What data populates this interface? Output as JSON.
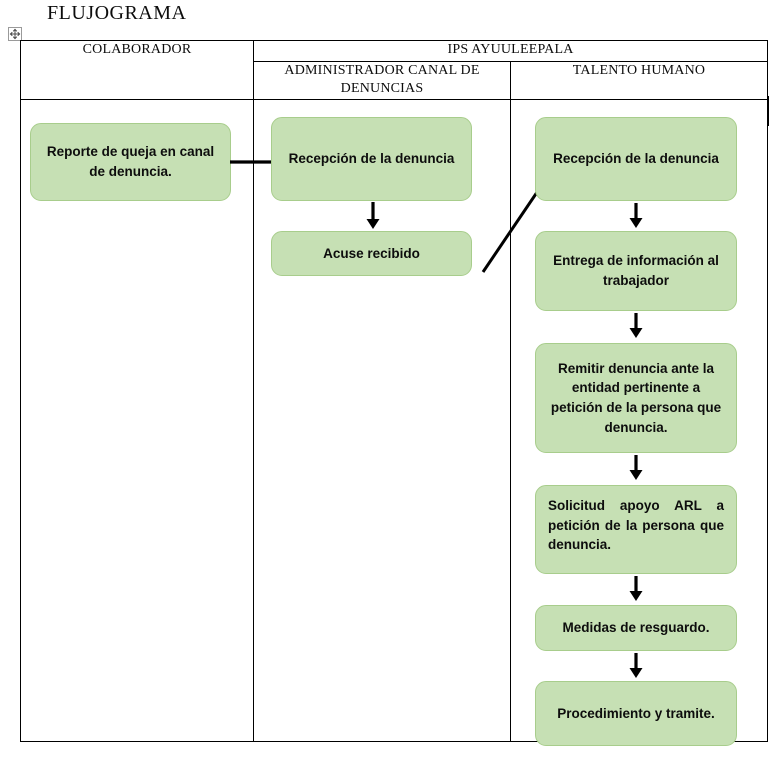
{
  "document": {
    "title": "FLUJOGRAMA"
  },
  "table": {
    "headers": {
      "col1": "COLABORADOR",
      "group": "IPS AYUULEEPALA",
      "col2": "ADMINISTRADOR CANAL DE DENUNCIAS",
      "col3": "TALENTO HUMANO"
    }
  },
  "chart_data": {
    "type": "diagram",
    "title": "FLUJOGRAMA",
    "lanes": [
      {
        "id": "colaborador",
        "label": "COLABORADOR",
        "nodes": [
          {
            "id": "n1",
            "text": "Reporte de queja en canal de denuncia."
          }
        ]
      },
      {
        "id": "administrador",
        "label": "ADMINISTRADOR CANAL DE DENUNCIAS",
        "nodes": [
          {
            "id": "n2",
            "text": "Recepción de la denuncia"
          },
          {
            "id": "n3",
            "text": "Acuse recibido"
          }
        ]
      },
      {
        "id": "talento",
        "label": "TALENTO HUMANO",
        "nodes": [
          {
            "id": "n4",
            "text": "Recepción de la denuncia"
          },
          {
            "id": "n5",
            "text": "Entrega de información al trabajador"
          },
          {
            "id": "n6",
            "text": "Remitir denuncia ante la entidad pertinente a petición de la persona que denuncia."
          },
          {
            "id": "n7",
            "text": "Solicitud apoyo ARL a petición de la  persona que denuncia."
          },
          {
            "id": "n8",
            "text": "Medidas de resguardo."
          },
          {
            "id": "n9",
            "text": "Procedimiento y tramite."
          }
        ]
      }
    ],
    "edges": [
      {
        "from": "n1",
        "to": "n2",
        "direction": "right"
      },
      {
        "from": "n2",
        "to": "n3",
        "direction": "down"
      },
      {
        "from": "n3",
        "to": "n4",
        "direction": "diagonal-up-right"
      },
      {
        "from": "n4",
        "to": "n5",
        "direction": "down"
      },
      {
        "from": "n5",
        "to": "n6",
        "direction": "down"
      },
      {
        "from": "n6",
        "to": "n7",
        "direction": "down"
      },
      {
        "from": "n7",
        "to": "n8",
        "direction": "down"
      },
      {
        "from": "n8",
        "to": "n9",
        "direction": "down"
      }
    ],
    "colors": {
      "node_fill": "#c6e0b4",
      "node_border": "#a8cd8c",
      "text": "#0d0d0d",
      "table_border": "#000000",
      "background": "#ffffff"
    }
  }
}
